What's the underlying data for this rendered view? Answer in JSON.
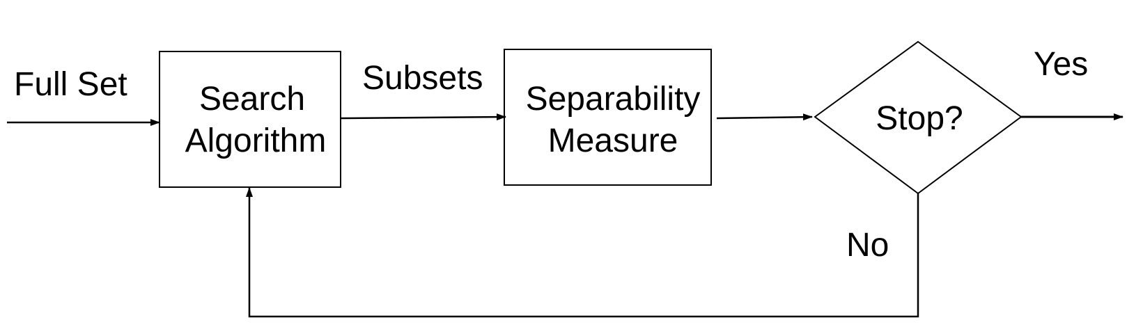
{
  "diagram": {
    "input_label": "Full Set",
    "search_box": {
      "line1": "Search",
      "line2": "Algorithm"
    },
    "subsets_label": "Subsets",
    "measure_box": {
      "line1": "Separability",
      "line2": "Measure"
    },
    "decision_label": "Stop?",
    "yes_label": "Yes",
    "no_label": "No",
    "colors": {
      "stroke": "#000000",
      "background": "#ffffff",
      "text": "#000000"
    }
  }
}
